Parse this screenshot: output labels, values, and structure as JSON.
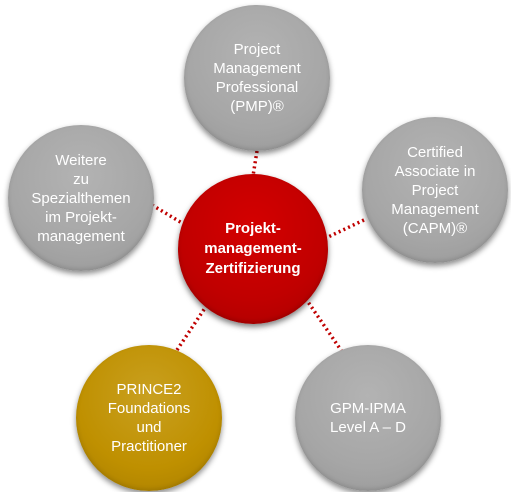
{
  "center": {
    "label": "Projekt-\nmanagement-\nZertifizierung",
    "color": "#c00000"
  },
  "nodes": {
    "pmp": {
      "label": "Project\nManagement\nProfessional\n(PMP)®",
      "color": "#a6a6a6"
    },
    "capm": {
      "label": "Certified\nAssociate in\nProject\nManagement\n(CAPM)®",
      "color": "#a6a6a6"
    },
    "weitere": {
      "label": "Weitere\nzu\nSpezialthemen\nim Projekt-\nmanagement",
      "color": "#a6a6a6"
    },
    "prince2": {
      "label": "PRINCE2\nFoundations\nund\nPractitioner",
      "color": "#bf9000"
    },
    "gpm": {
      "label": "GPM-IPMA\nLevel A – D",
      "color": "#a6a6a6"
    }
  },
  "connector_color": "#c00000"
}
